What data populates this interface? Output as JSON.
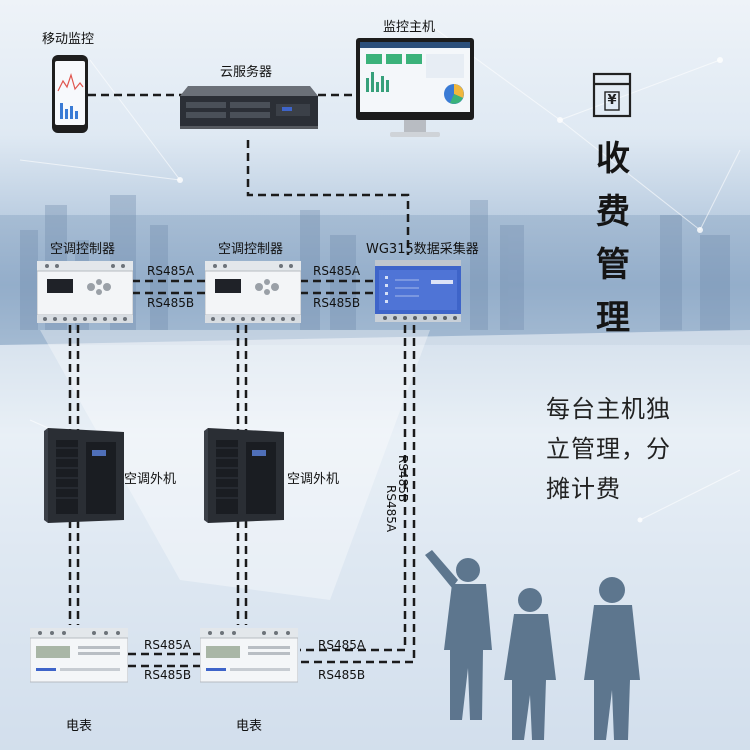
{
  "labels": {
    "mobile": "移动监控",
    "cloud": "云服务器",
    "monitor": "监控主机",
    "controller1": "空调控制器",
    "controller2": "空调控制器",
    "collector": "WG315数据采集器",
    "outdoor1": "空调外机",
    "outdoor2": "空调外机",
    "meter1": "电表",
    "meter2": "电表"
  },
  "bus_labels": {
    "ctrl1_a": "RS485A",
    "ctrl1_b": "RS485B",
    "ctrl2_a": "RS485A",
    "ctrl2_b": "RS485B",
    "vert_a": "RS485A",
    "vert_b": "RS485B",
    "meter1_a": "RS485A",
    "meter1_b": "RS485B",
    "meter2_a": "RS485A",
    "meter2_b": "RS485B"
  },
  "panel": {
    "icon": "yen-receipt-icon",
    "icon_glyph": "¥",
    "title_chars": [
      "收",
      "费",
      "管",
      "理"
    ],
    "desc_lines": [
      "每台主机独",
      "立管理，分",
      "摊计费"
    ]
  },
  "colors": {
    "line": "#1b1b1b",
    "device_light": "#eef1f4",
    "device_dark": "#2b2f36",
    "accent_blue": "#3e64c9",
    "silhouette": "#4f6a83"
  }
}
